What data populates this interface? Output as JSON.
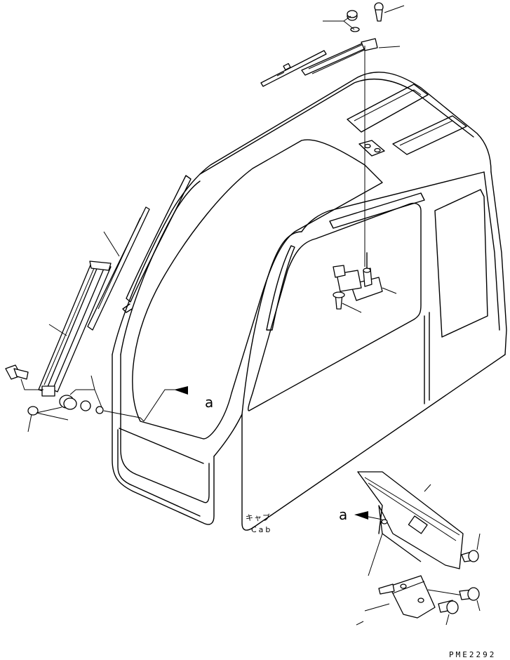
{
  "labels": {
    "ref_a_top": "a",
    "ref_a_bottom": "a",
    "cab_jp": "キャブ",
    "cab_en": "Cab",
    "drawing_code": "PME2292"
  }
}
